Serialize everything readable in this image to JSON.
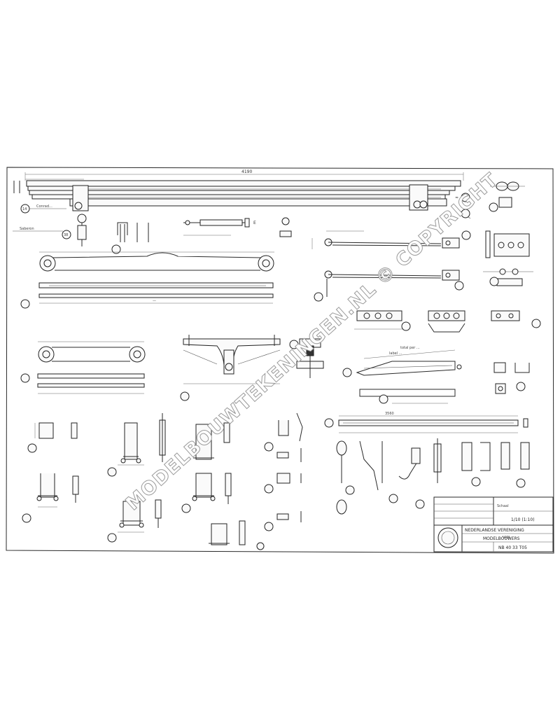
{
  "top_dimension": "4190",
  "annotations": {
    "ann_a": "Conrad...",
    "ann_b": "Saberon",
    "ann_c": "label ...",
    "ann_d": "total per ...",
    "overall_length": "3560"
  },
  "title_block": {
    "line_1": "NEDERLANDSE VERENIGING",
    "line_2": "VAN",
    "line_3": "MODELBOUWERS",
    "scale_label": "Schaal",
    "scale_value": "1/10 (1:10)",
    "drawing_number": "NB 40 33 T05"
  },
  "watermark": "MODELBOUWTEKENINGEN.NL © COPYRIGHT",
  "colors": {
    "paper": "#ffffff",
    "ink": "#2a2a2a",
    "watermark_stroke": "#9a9a9a"
  }
}
